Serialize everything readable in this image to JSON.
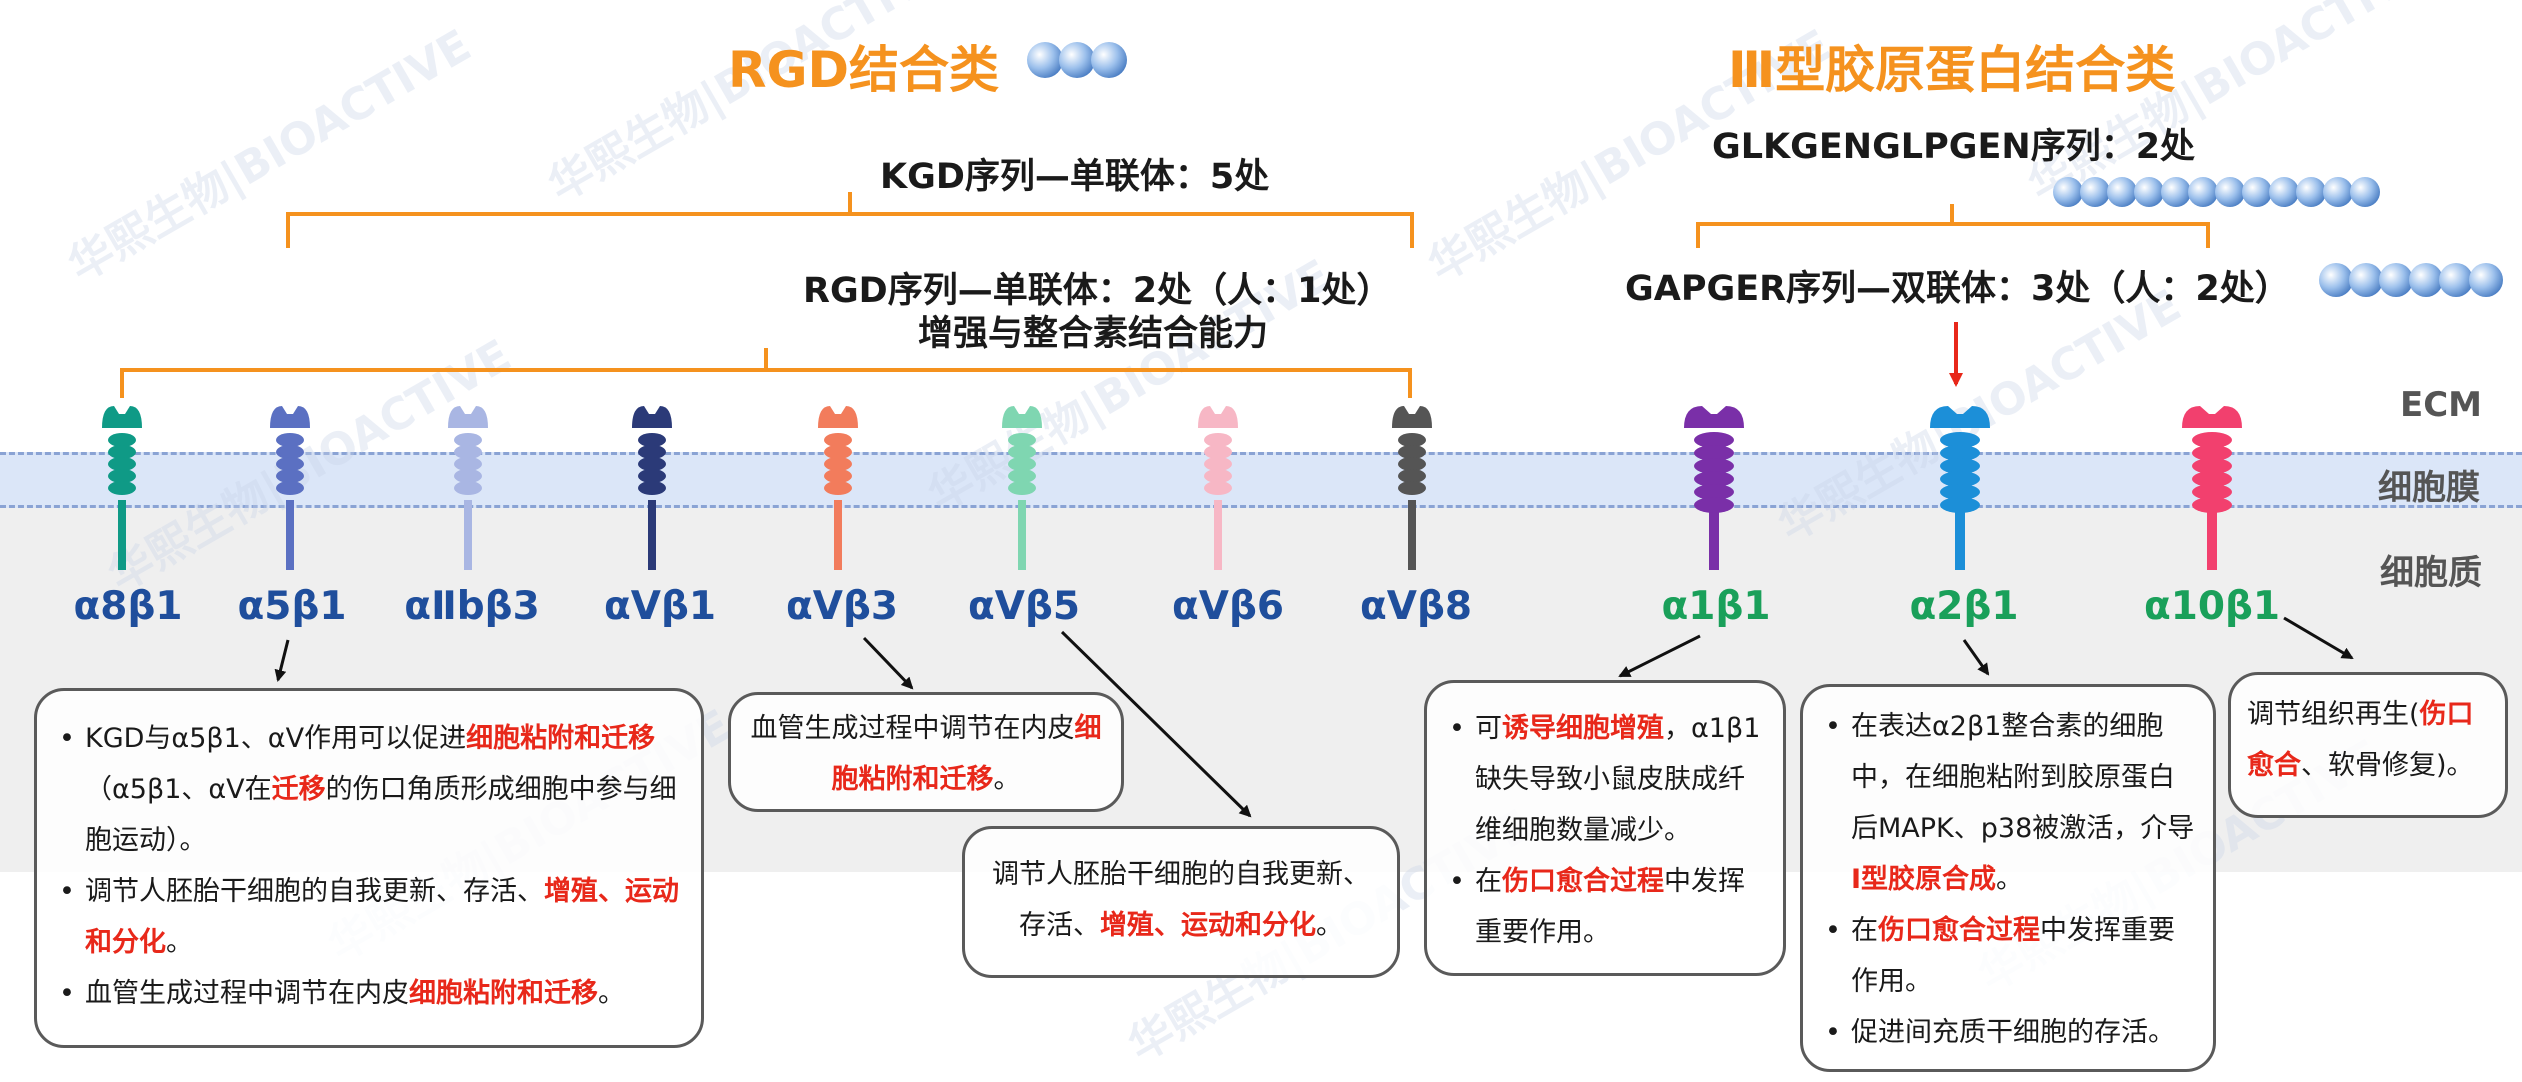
{
  "colors": {
    "orange": "#f5921e",
    "blue_label": "#1f4e9c",
    "green_label": "#1aa05a",
    "highlight_red": "#e8281a",
    "membrane": "#dbe6f8",
    "cytoplasm": "#efefef"
  },
  "headers": {
    "rgd_title": "RGD结合类",
    "collagen_title": "Ⅲ型胶原蛋白结合类"
  },
  "sequences": {
    "kgd": "KGD序列—单联体：5处",
    "rgd_line1": "RGD序列—单联体：2处（人：1处）",
    "rgd_line2": "增强与整合素结合能力",
    "glkgen": "GLKGENGLPGEN序列：2处",
    "gapger": "GAPGER序列—双联体：3处（人：2处）"
  },
  "layers": {
    "ecm": "ECM",
    "membrane": "细胞膜",
    "cytoplasm": "细胞质"
  },
  "receptors": [
    {
      "name": "α8β1",
      "color": "#0f9a86",
      "label_color": "#1f4e9c"
    },
    {
      "name": "α5β1",
      "color": "#5b70c2",
      "label_color": "#1f4e9c"
    },
    {
      "name": "αⅡbβ3",
      "color": "#a9b6e3",
      "label_color": "#1f4e9c"
    },
    {
      "name": "αVβ1",
      "color": "#2b3a78",
      "label_color": "#1f4e9c"
    },
    {
      "name": "αVβ3",
      "color": "#f27c5c",
      "label_color": "#1f4e9c"
    },
    {
      "name": "αVβ5",
      "color": "#7fd6b1",
      "label_color": "#1f4e9c"
    },
    {
      "name": "αVβ6",
      "color": "#f7b7c5",
      "label_color": "#1f4e9c"
    },
    {
      "name": "αVβ8",
      "color": "#555555",
      "label_color": "#1f4e9c"
    },
    {
      "name": "α1β1",
      "color": "#7a2fa8",
      "label_color": "#1aa05a"
    },
    {
      "name": "α2β1",
      "color": "#1c8fd8",
      "label_color": "#1aa05a"
    },
    {
      "name": "α10β1",
      "color": "#f2406e",
      "label_color": "#1aa05a"
    }
  ],
  "boxes": {
    "a5b1": {
      "b1": {
        "t1": "KGD与α5β1、αV作用可以促进",
        "h1": "细胞粘附和迁移",
        "t2": "（α5β1、αV在",
        "h2": "迁移",
        "t3": "的伤口角质形成细胞中参与细胞运动）。"
      },
      "b2": {
        "t1": "调节人胚胎干细胞的自我更新、存活、",
        "h1": "增殖、运动和分化",
        "t2": "。"
      },
      "b3": {
        "t1": "血管生成过程中调节在内皮",
        "h1": "细胞粘附和迁移",
        "t2": "。"
      }
    },
    "avb3": {
      "t1": "血管生成过程中调节在内皮",
      "h1": "细胞粘附和迁移",
      "t2": "。"
    },
    "avb5": {
      "t1": "调节人胚胎干细胞的自我更新、存活、",
      "h1": "增殖、运动和分化",
      "t2": "。"
    },
    "a1b1": {
      "b1": {
        "t1": "可",
        "h1": "诱导细胞增殖",
        "t2": "，α1β1缺失导致小鼠皮肤成纤维细胞数量减少。"
      },
      "b2": {
        "t1": "在",
        "h1": "伤口愈合过程",
        "t2": "中发挥重要作用。"
      }
    },
    "a2b1": {
      "b1": {
        "t1": "在表达α2β1整合素的细胞中，在细胞粘附到胶原蛋白后MAPK、p38被激活，介导",
        "h1": "Ⅰ型胶原合成",
        "t2": "。"
      },
      "b2": {
        "t1": "在",
        "h1": "伤口愈合过程",
        "t2": "中发挥重要作用。"
      },
      "b3": {
        "t1": "促进间充质干细胞的存活。"
      }
    },
    "a10b1": {
      "t1": "调节组织再生(",
      "h1": "伤口愈合",
      "t2": "、软骨修复)。"
    }
  }
}
